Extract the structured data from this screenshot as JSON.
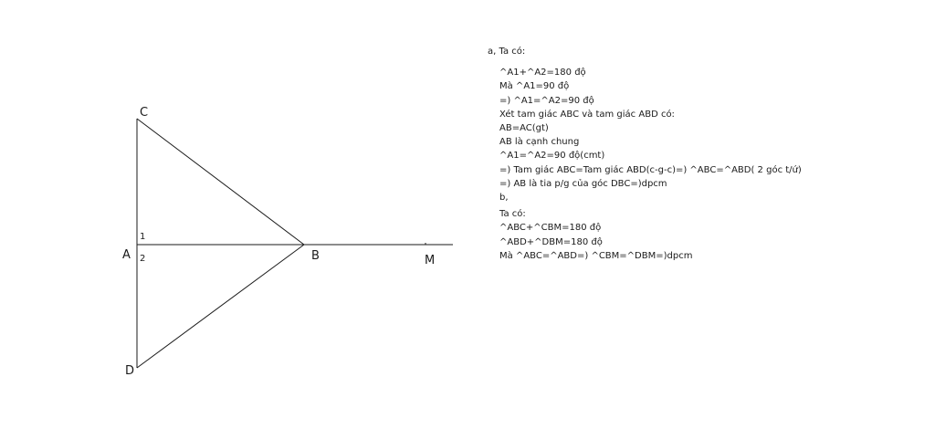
{
  "figure": {
    "points": {
      "A": "A",
      "B": "B",
      "C": "C",
      "D": "D",
      "M": "M"
    },
    "angle_marks": {
      "one": "1",
      "two": "2"
    }
  },
  "solution": {
    "part_a_heading": "a, Ta có:",
    "part_a_lines": [
      "^A1+^A2=180 độ",
      "Mà ^A1=90 độ",
      "=) ^A1=^A2=90 độ",
      "Xét tam giác ABC và tam giác ABD có:",
      "AB=AC(gt)",
      "AB là cạnh chung",
      "^A1=^A2=90 độ(cmt)",
      "=) Tam giác ABC=Tam giác ABD(c-g-c)=) ^ABC=^ABD( 2 góc t/ứ)",
      "=) AB là tia p/g của góc DBC=)dpcm",
      "b,"
    ],
    "part_b_lines": [
      "Ta có:",
      "^ABC+^CBM=180 độ",
      "^ABD+^DBM=180 độ",
      "Mà ^ABC=^ABD=) ^CBM=^DBM=)dpcm"
    ]
  }
}
